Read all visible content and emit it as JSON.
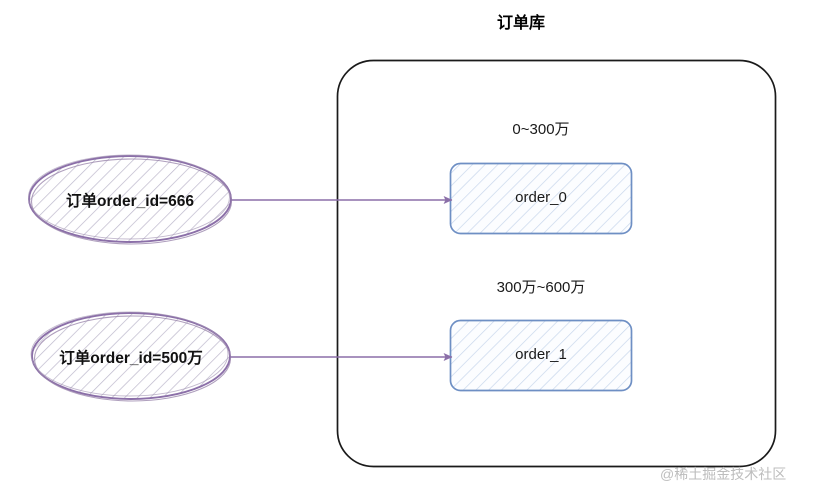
{
  "diagram": {
    "title": "订单库",
    "watermark": "@稀土掘金技术社区",
    "colors": {
      "ellipse_stroke": "#8B6FA8",
      "ellipse_hatch": "#b9b4c9",
      "box_stroke": "#6E8FC4",
      "box_hatch": "#c4d4ea",
      "arrow": "#8B6FA8",
      "container_stroke": "#1a1a1a",
      "text": "#1a1a1a",
      "watermark": "#bdbdbd",
      "background": "#ffffff"
    },
    "sources": [
      {
        "label": "订单order_id=666"
      },
      {
        "label": "订单order_id=500万"
      }
    ],
    "shards": [
      {
        "range": "0~300万",
        "name": "order_0"
      },
      {
        "range": "300万~600万",
        "name": "order_1"
      }
    ]
  }
}
